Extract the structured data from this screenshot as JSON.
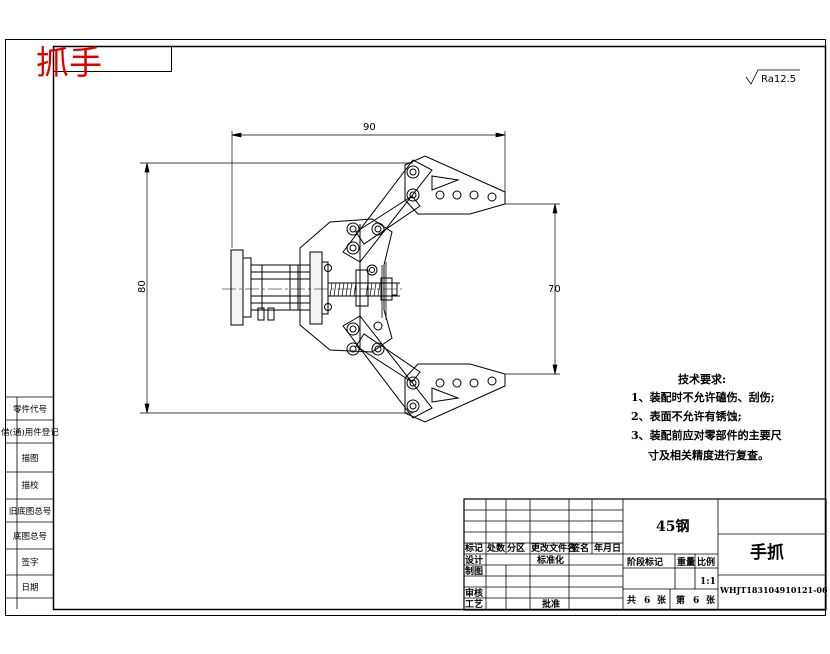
{
  "header_stamp": "抓手",
  "roughness": "Ra12.5",
  "dimensions": {
    "width": "90",
    "height": "80",
    "jaw_opening": "70"
  },
  "tech_requirements": {
    "title": "技术要求:",
    "items": [
      "1、装配时不允许磕伤、刮伤;",
      "2、表面不允许有锈蚀;",
      "3、装配前应对零部件的主要尺",
      "寸及相关精度进行复查。"
    ]
  },
  "side_labels": [
    "零件代号",
    "借(通)用件登记",
    "描图",
    "描校",
    "旧底图总号",
    "底图总号",
    "签字",
    "日期"
  ],
  "title_block": {
    "material": "45钢",
    "part_name": "手抓",
    "drawing_no": "WHJT183104910121-06",
    "scale": "1:1",
    "sheets": [
      "共",
      "6",
      "张",
      "第",
      "6",
      "张"
    ],
    "col_headers": [
      "标记",
      "处数",
      "分区",
      "更改文件名",
      "签名",
      "年月日"
    ],
    "row_labels": [
      "设计",
      "制图",
      "审核",
      "工艺"
    ],
    "standardize": "标准化",
    "approve": "批准",
    "stage_label": "阶段标记",
    "weight_label": "重量",
    "scale_label": "比例"
  }
}
